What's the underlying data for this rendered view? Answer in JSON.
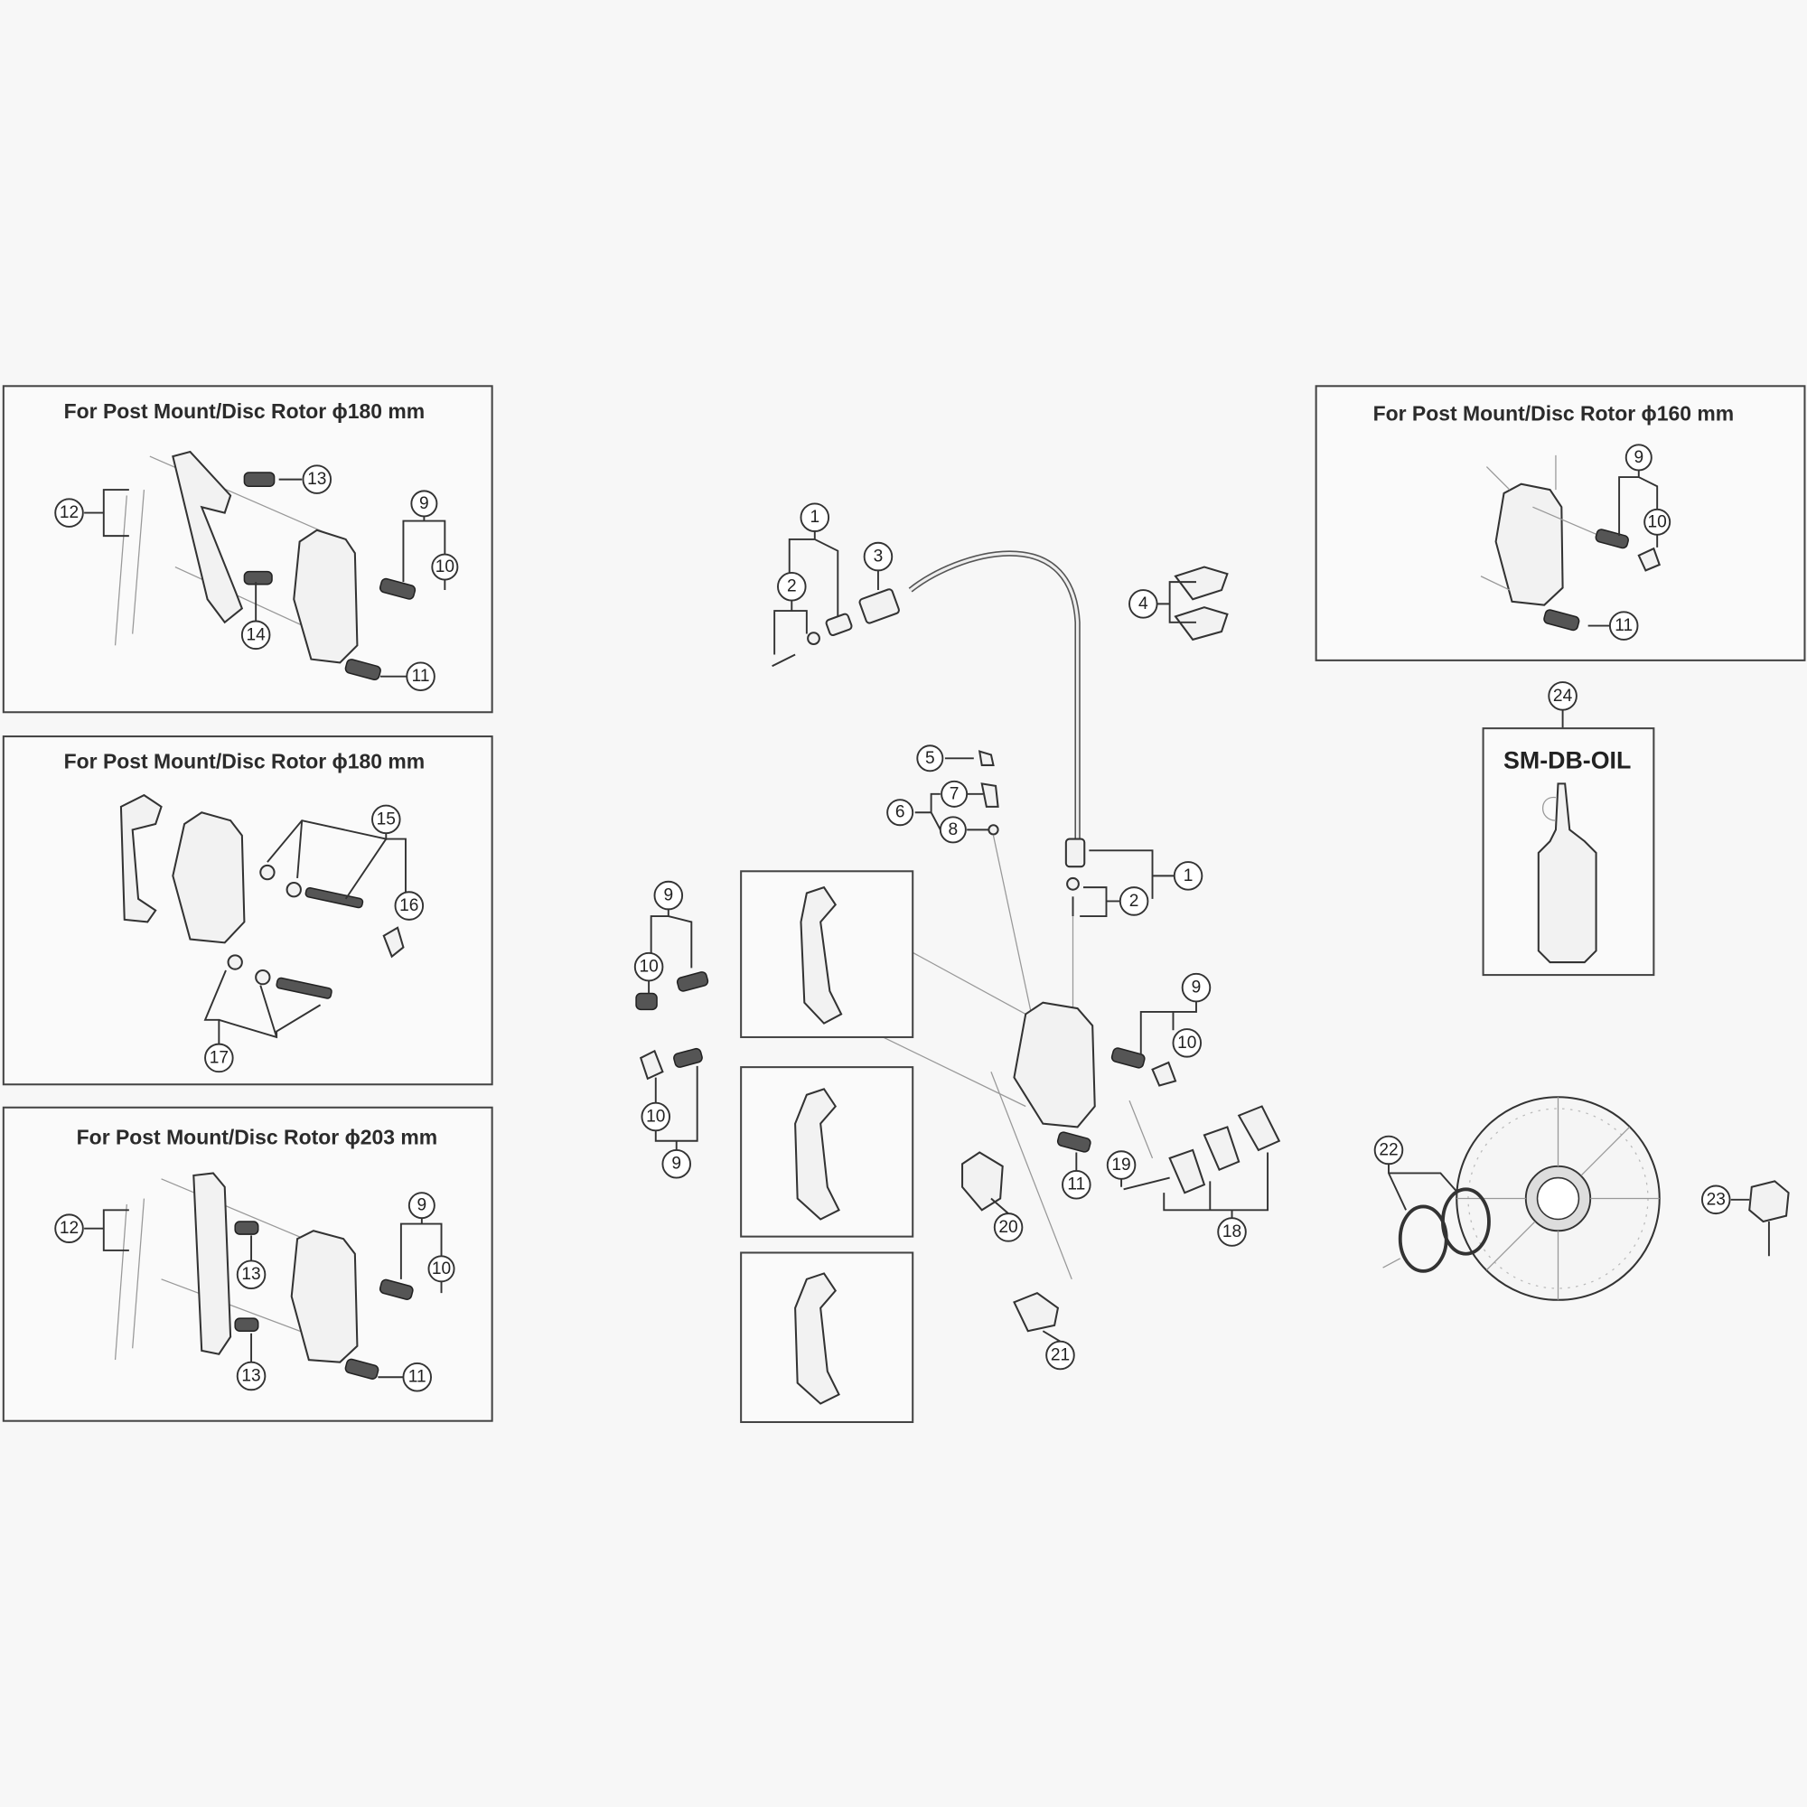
{
  "boxes": {
    "box_180_a": {
      "title": "For Post Mount/Disc Rotor ϕ180 mm",
      "callouts": [
        "13",
        "12",
        "9",
        "10",
        "14",
        "11"
      ]
    },
    "box_180_b": {
      "title": "For Post Mount/Disc Rotor ϕ180 mm",
      "callouts": [
        "15",
        "16",
        "17"
      ]
    },
    "box_203": {
      "title": "For Post Mount/Disc Rotor ϕ203 mm",
      "callouts": [
        "12",
        "9",
        "10",
        "13",
        "13",
        "11"
      ]
    },
    "box_160": {
      "title": "For Post Mount/Disc Rotor ϕ160 mm",
      "callouts": [
        "9",
        "10",
        "11"
      ]
    }
  },
  "oil": {
    "callout": "24",
    "label": "SM-DB-OIL"
  },
  "main": {
    "callouts": [
      "1",
      "2",
      "3",
      "4",
      "5",
      "7",
      "6",
      "8",
      "1",
      "2",
      "9",
      "10",
      "10",
      "9",
      "9",
      "10",
      "11",
      "19",
      "20",
      "18",
      "21",
      "22",
      "23"
    ]
  }
}
